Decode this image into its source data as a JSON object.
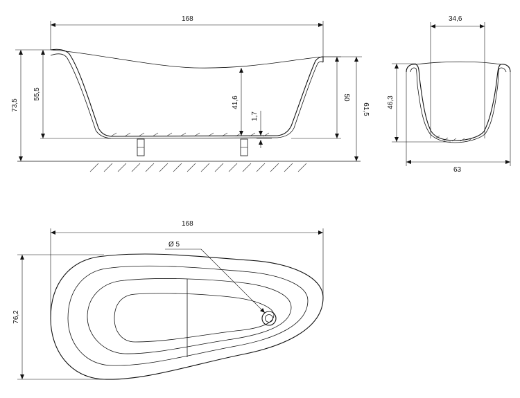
{
  "side_view": {
    "length_top": "168",
    "height_total": "73,5",
    "height_inner_left": "55,5",
    "depth_inner": "41,6",
    "foot_gap": "1,7",
    "height_right_inner": "50",
    "height_right_total": "61,5"
  },
  "end_view": {
    "inner_width": "34,6",
    "inner_depth": "46,3",
    "outer_width": "63"
  },
  "plan_view": {
    "length": "168",
    "width": "76,2",
    "drain_label": "Ø 5"
  }
}
